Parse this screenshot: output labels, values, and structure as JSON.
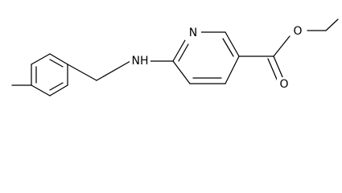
{
  "diagram": {
    "type": "skeletal-structure",
    "atoms": [
      {
        "id": "N_ring",
        "symbol": "N",
        "shown": true
      },
      {
        "id": "NH",
        "symbol": "NH",
        "shown": true
      },
      {
        "id": "O_ester",
        "symbol": "O",
        "shown": true
      },
      {
        "id": "O_carbonyl",
        "symbol": "O",
        "shown": true
      }
    ],
    "colors": {
      "bond": "#000000",
      "text": "#000000",
      "background": "#ffffff"
    }
  }
}
